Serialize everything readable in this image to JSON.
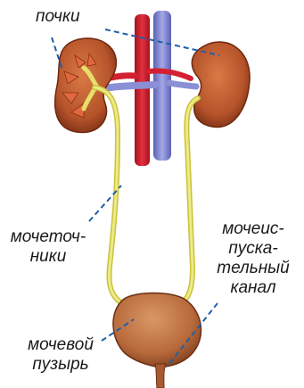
{
  "labels": {
    "kidneys": "почки",
    "ureters": [
      "мочеточ-",
      "ники"
    ],
    "urethra": [
      "мочеис-",
      "пуска-",
      "тельный",
      "канал"
    ],
    "bladder": [
      "мочевой",
      "пузырь"
    ]
  },
  "colors": {
    "kidney": "#b5532a",
    "kidney_dark": "#7a2f15",
    "artery": "#d42032",
    "vein": "#8a8fd6",
    "ureter": "#e5e06a",
    "bladder": "#b86a3c",
    "leader_line": "#1f5fa8"
  }
}
